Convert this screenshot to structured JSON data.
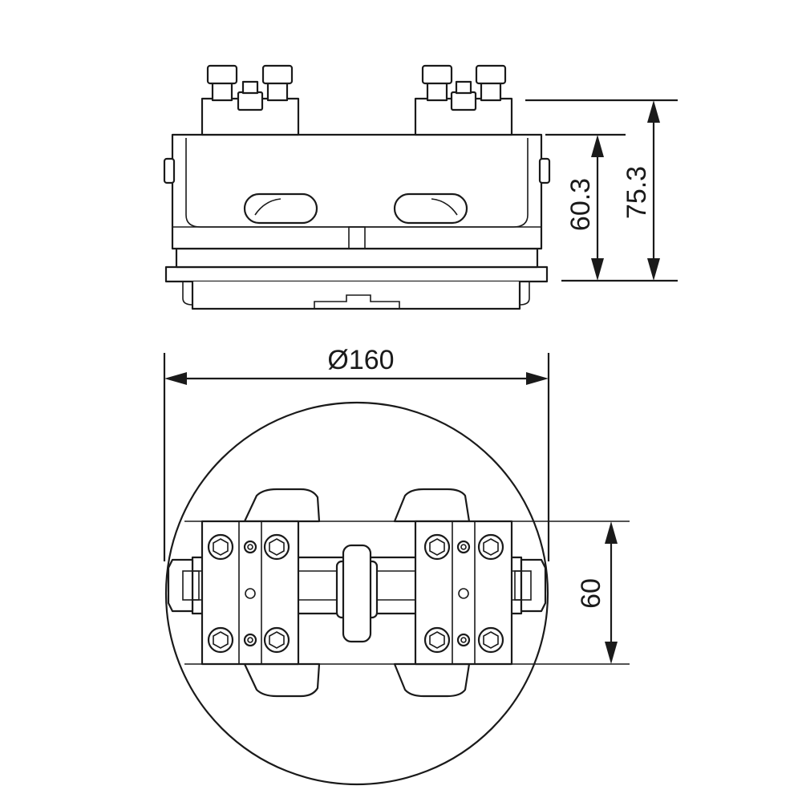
{
  "dimensions": {
    "inner_height": "60.3",
    "total_height": "75.3",
    "diameter": "Ø160",
    "jaw_span": "60"
  }
}
